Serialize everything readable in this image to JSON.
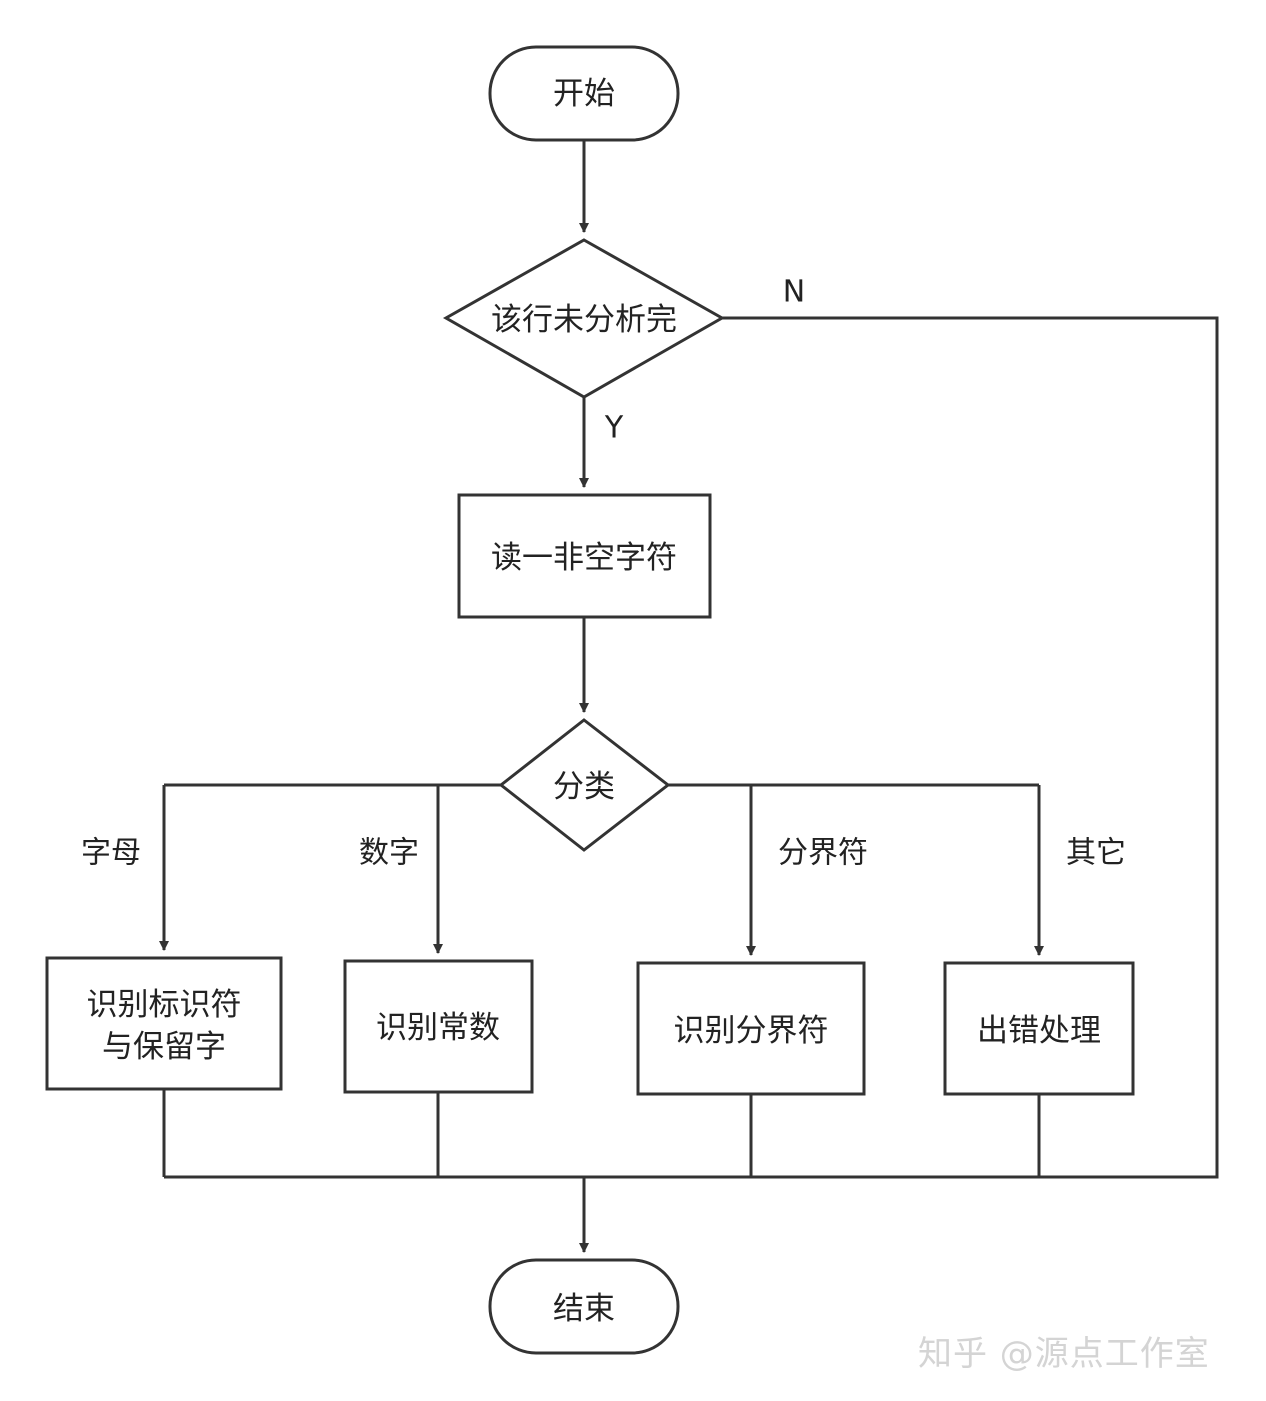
{
  "nodes": {
    "start": "开始",
    "check_line": "该行未分析完",
    "read_char": "读一非空字符",
    "classify": "分类",
    "identify_ident": [
      "识别标识符",
      "与保留字"
    ],
    "identify_const": "识别常数",
    "identify_delim": "识别分界符",
    "error_handle": "出错处理",
    "end": "结束"
  },
  "edge_labels": {
    "no": "N",
    "yes": "Y",
    "letter": "字母",
    "digit": "数字",
    "delimiter": "分界符",
    "other": "其它"
  },
  "watermark": "知乎 @源点工作室",
  "colors": {
    "stroke": "#333333",
    "text": "#222222",
    "watermark": "#d4d4d4"
  }
}
